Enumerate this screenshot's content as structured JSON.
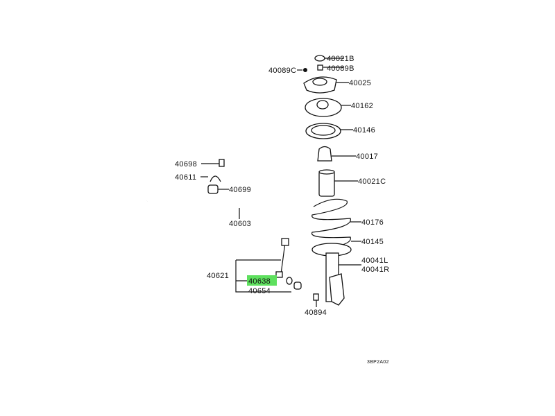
{
  "diagram": {
    "highlight_color": "#5ee05e",
    "labels": {
      "p40021B": "40021B",
      "p40089B": "40089B",
      "p40089C": "40089C",
      "p40025": "40025",
      "p40162": "40162",
      "p40146": "40146",
      "p40017": "40017",
      "p40021C": "40021C",
      "p40698": "40698",
      "p40611": "40611",
      "p40699": "40699",
      "p40603": "40603",
      "p40176": "40176",
      "p40145": "40145",
      "p40041L": "40041L",
      "p40041R": "40041R",
      "p40621": "40621",
      "p40638": "40638",
      "p40654": "40654",
      "p40894": "40894",
      "code": "3BP2A02"
    }
  }
}
